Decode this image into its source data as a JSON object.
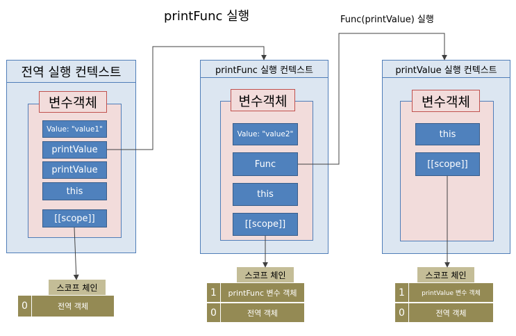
{
  "headings": {
    "main": "printFunc 실행",
    "right": "Func(printValue) 실행"
  },
  "contexts": {
    "global": {
      "title": "전역 실행 컨텍스트",
      "varobj_title": "변수객체",
      "items": [
        "Value: \"value1\"",
        "printValue",
        "printValue",
        "this",
        "[[scope]]"
      ],
      "chain_title": "스코프 체인",
      "chain": [
        {
          "index": "0",
          "label": "전역 객체"
        }
      ]
    },
    "printFunc": {
      "title": "printFunc 실행 컨텍스트",
      "varobj_title": "변수객체",
      "items": [
        "Value: \"value2\"",
        "Func",
        "this",
        "[[scope]]"
      ],
      "chain_title": "스코프 체인",
      "chain": [
        {
          "index": "1",
          "label": "printFunc 변수 객체"
        },
        {
          "index": "0",
          "label": "전역 객체"
        }
      ]
    },
    "printValue": {
      "title": "printValue 실행 컨텍스트",
      "varobj_title": "변수객체",
      "items": [
        "this",
        "[[scope]]"
      ],
      "chain_title": "스코프 체인",
      "chain": [
        {
          "index": "1",
          "label": "printValue 변수 객체"
        },
        {
          "index": "0",
          "label": "전역 객체"
        }
      ]
    }
  },
  "colors": {
    "context_fill": "#dce6f1",
    "context_border": "#4f7db8",
    "varobj_fill": "#f2dcdb",
    "cell_fill": "#4f81bd",
    "chain_title_fill": "#c4bd97",
    "chain_row_fill": "#948a54",
    "line": "#404040"
  }
}
